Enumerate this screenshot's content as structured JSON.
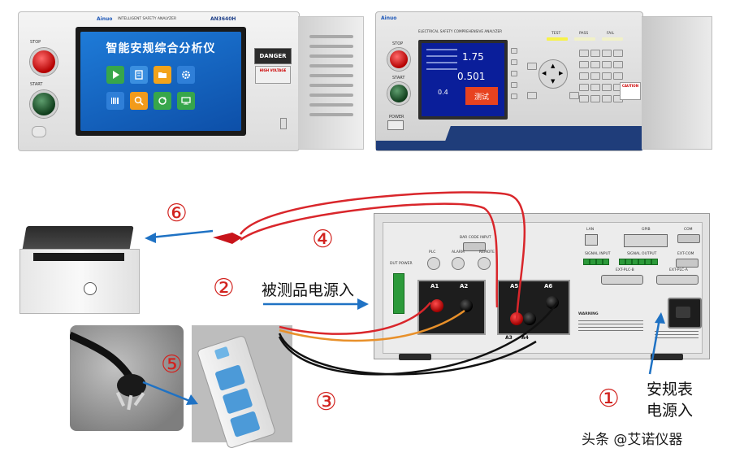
{
  "device_left": {
    "brand": "Ainuo",
    "subtitle": "INTELLIGENT SAFETY ANALYZER",
    "model": "AN3640H",
    "stop_label": "STOP",
    "start_label": "START",
    "screen_title": "智能安规综合分析仪",
    "danger_label": "DANGER",
    "high_voltage_label": "HIGH VOLTAGE",
    "tile_colors": [
      "#37a64b",
      "#3a8fe0",
      "#f2a31b",
      "#2f7fd8",
      "#2f7fd8",
      "#f29b1b",
      "#37a64b",
      "#37a64b"
    ]
  },
  "device_right": {
    "brand": "Ainuo",
    "subtitle": "ELECTRICAL SAFETY COMPREHENSIVE ANALYZER",
    "stop_label": "STOP",
    "start_label": "START",
    "power_label": "POWER",
    "led_labels": [
      "TEST",
      "PASS",
      "FAIL"
    ],
    "lcd_value_1": "1.75",
    "lcd_value_2": "0.501",
    "lcd_value_3": "0.4",
    "lcd_test_button": "测试",
    "caution_label": "CAUTION"
  },
  "back_panel": {
    "labels": {
      "lan": "LAN",
      "gpib": "GPIB",
      "com": "COM",
      "bar_code_input": "BAR CODE INPUT",
      "plc": "PLC",
      "alarm": "ALARM",
      "remote": "REMOTE",
      "signal_input": "SIGNAL INPUT",
      "signal_output": "SIGNAL OUTPUT",
      "ext_com": "EXT-COM",
      "ext_plc_b": "EXT-PLC-B",
      "ext_plc_a": "EXT-PLC-A",
      "dut_power": "DUT POWER",
      "a1": "A1",
      "a2": "A2",
      "a3": "A3",
      "a4": "A4",
      "a5": "A5",
      "a6": "A6",
      "warning": "WARNING"
    }
  },
  "annotations": {
    "n1": "①",
    "n2": "②",
    "n3": "③",
    "n4": "④",
    "n5": "⑤",
    "n6": "⑥",
    "dut_power_in": "被测品电源入",
    "analyzer_power_line1": "安规表",
    "analyzer_power_line2": "电源入",
    "watermark": "头条 @艾诺仪器"
  },
  "colors": {
    "annotation_red": "#d2231f",
    "arrow_blue": "#1f72c4",
    "wire_red": "#d9262b",
    "wire_orange": "#e8902a",
    "wire_black": "#111111",
    "panel_blue": "#1f3d7a"
  }
}
